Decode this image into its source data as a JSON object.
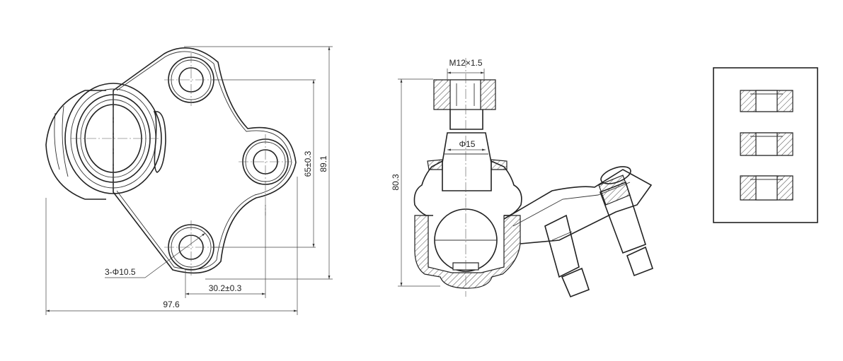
{
  "dimensions": {
    "width_total": "97.6",
    "height_total": "89.1",
    "bolt_span": "65±0.3",
    "offset": "30.2±0.3",
    "holes": "3-Φ10.5",
    "overall_height": "80.3",
    "thread": "M12×1.5",
    "stud_dia": "Φ15"
  }
}
